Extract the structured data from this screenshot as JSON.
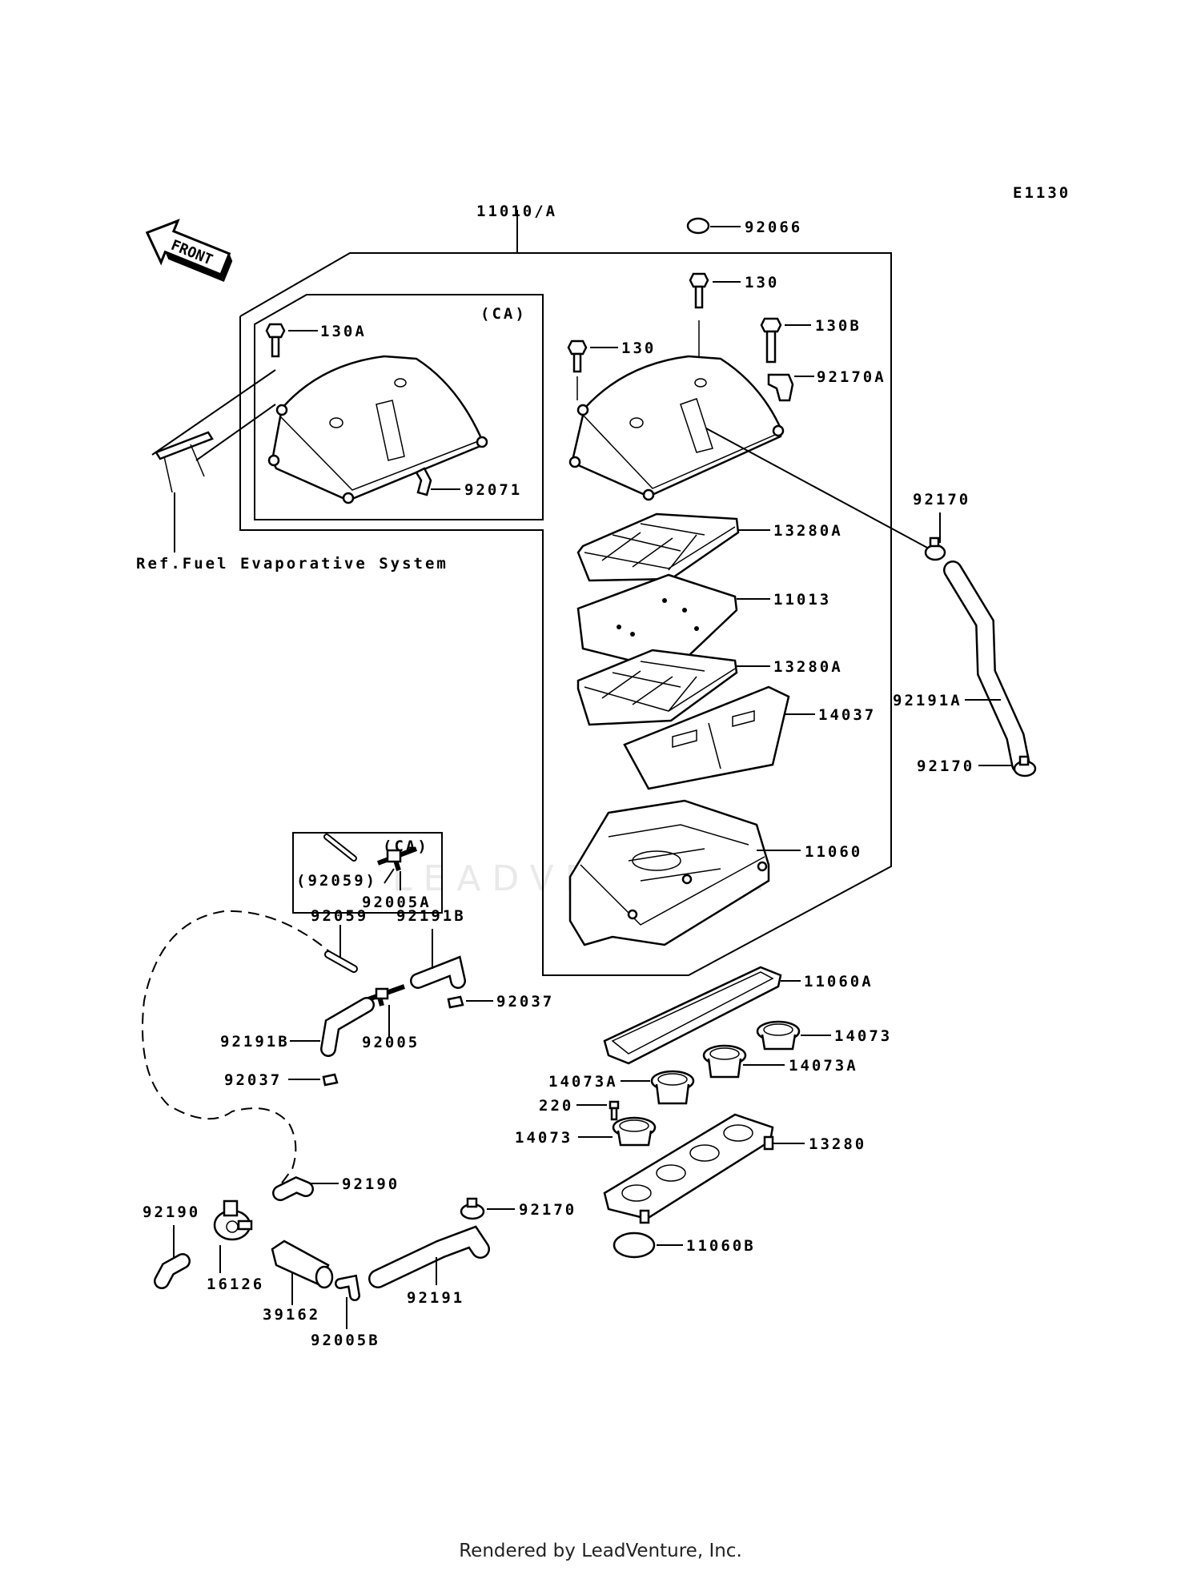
{
  "diagram_code": "E1130",
  "front_label": "FRONT",
  "ref_note": "Ref.Fuel Evaporative System",
  "watermark": "LEADVENTURE",
  "footer": "Rendered by LeadVenture, Inc.",
  "labels": {
    "p11010A": "11010/A",
    "p92066": "92066",
    "p130_top": "130",
    "p130B": "130B",
    "p130_left": "130",
    "p92170A": "92170A",
    "p130A": "130A",
    "ca_top": "(CA)",
    "p92071": "92071",
    "p92170_upper": "92170",
    "p13280A_1": "13280A",
    "p11013": "11013",
    "p13280A_2": "13280A",
    "p14037": "14037",
    "p92191A": "92191A",
    "p92170_right": "92170",
    "ca_box": "(CA)",
    "p92059_ca": "(92059)",
    "p92005A": "92005A",
    "p11060": "11060",
    "p92059": "92059",
    "p92191B_top": "92191B",
    "p92037_top": "92037",
    "p92191B_left": "92191B",
    "p92005": "92005",
    "p92037_left": "92037",
    "p11060A": "11060A",
    "p14073_r": "14073",
    "p14073A_r": "14073A",
    "p14073A_l": "14073A",
    "p220": "220",
    "p14073_l": "14073",
    "p13280": "13280",
    "p92190_mid": "92190",
    "p92170_low": "92170",
    "p92190_left": "92190",
    "p11060B": "11060B",
    "p16126": "16126",
    "p39162": "39162",
    "p92191": "92191",
    "p92005B": "92005B"
  }
}
